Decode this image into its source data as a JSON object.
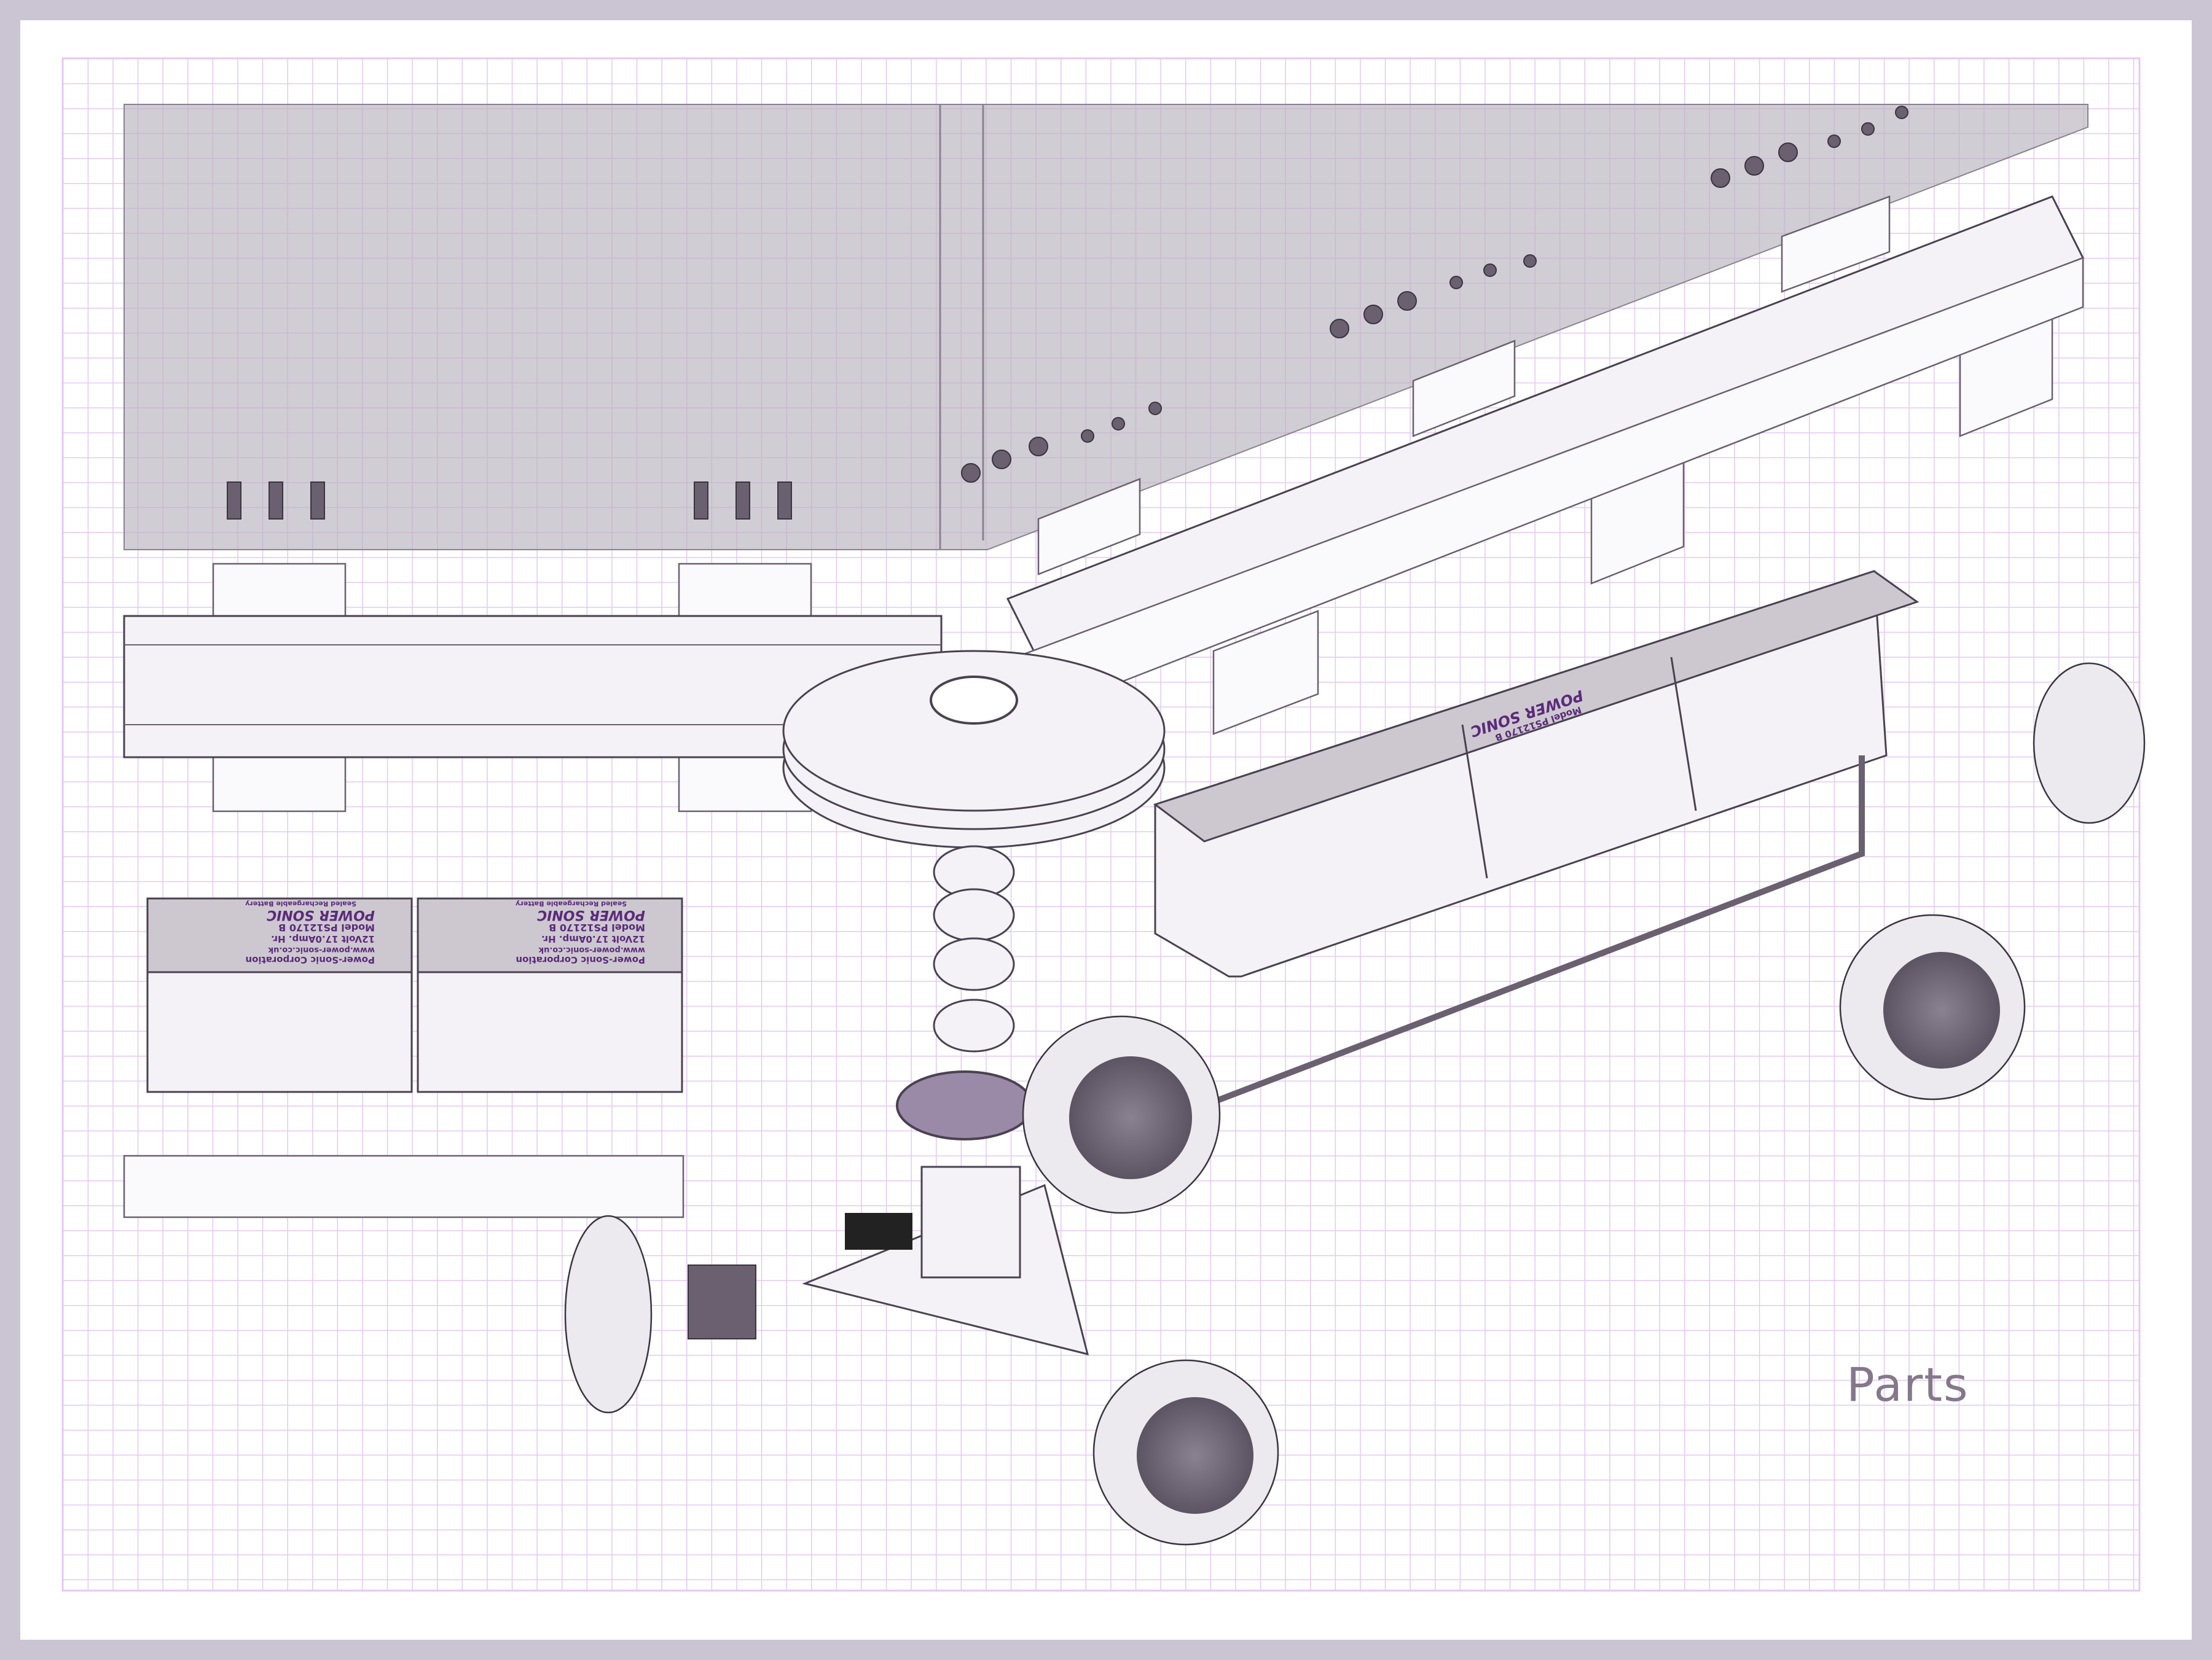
{
  "sheet": {
    "title": "Parts",
    "frame_color": "#cbc4d2",
    "grid_color": "#e4c8f2",
    "panel_color": "#cdc8d0",
    "accent_color": "#5b2a7a"
  },
  "logos": {
    "battery_brand": "POWER SONIC",
    "battery_model": "Model PS12170 B",
    "battery_rating": "12Volt 17.0Amp. Hr.",
    "battery_type": "Sealed Rechargeable Battery",
    "battery_maker": "Power-Sonic Corporation",
    "battery_url": "www.power-sonic.co.uk"
  }
}
